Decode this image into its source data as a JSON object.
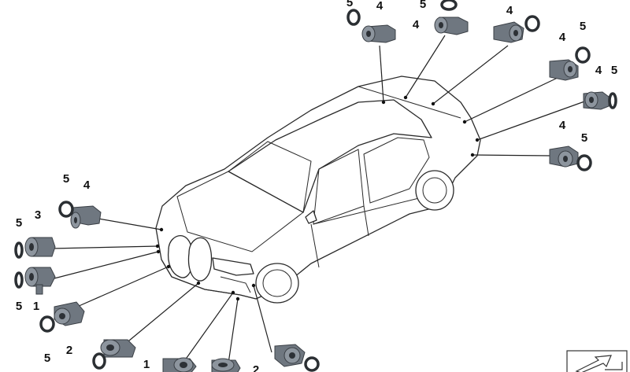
{
  "parts": {
    "sensor_1": "1",
    "sensor_2": "2",
    "sensor_3": "3",
    "sensor_4": "4",
    "seal_5": "5"
  },
  "nav_icon": "arrow-box-icon"
}
